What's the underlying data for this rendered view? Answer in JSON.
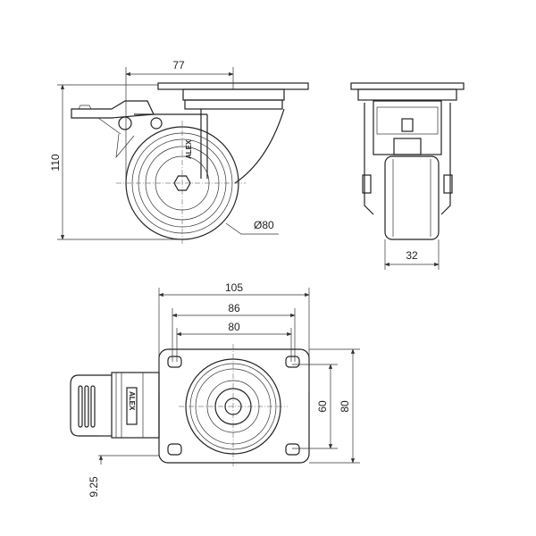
{
  "logo": "ALEX",
  "side_view": {
    "dim_mount_offset": "77",
    "dim_height": "110",
    "dim_wheel_diameter": "Ø80"
  },
  "front_view": {
    "dim_wheel_width": "32"
  },
  "top_view": {
    "dim_plate_length": "105",
    "dim_hole_spacing_outer": "86",
    "dim_hole_spacing_inner": "80",
    "dim_hole_spacing_width": "60",
    "dim_plate_width": "80",
    "dim_brake_offset": "9.25"
  }
}
